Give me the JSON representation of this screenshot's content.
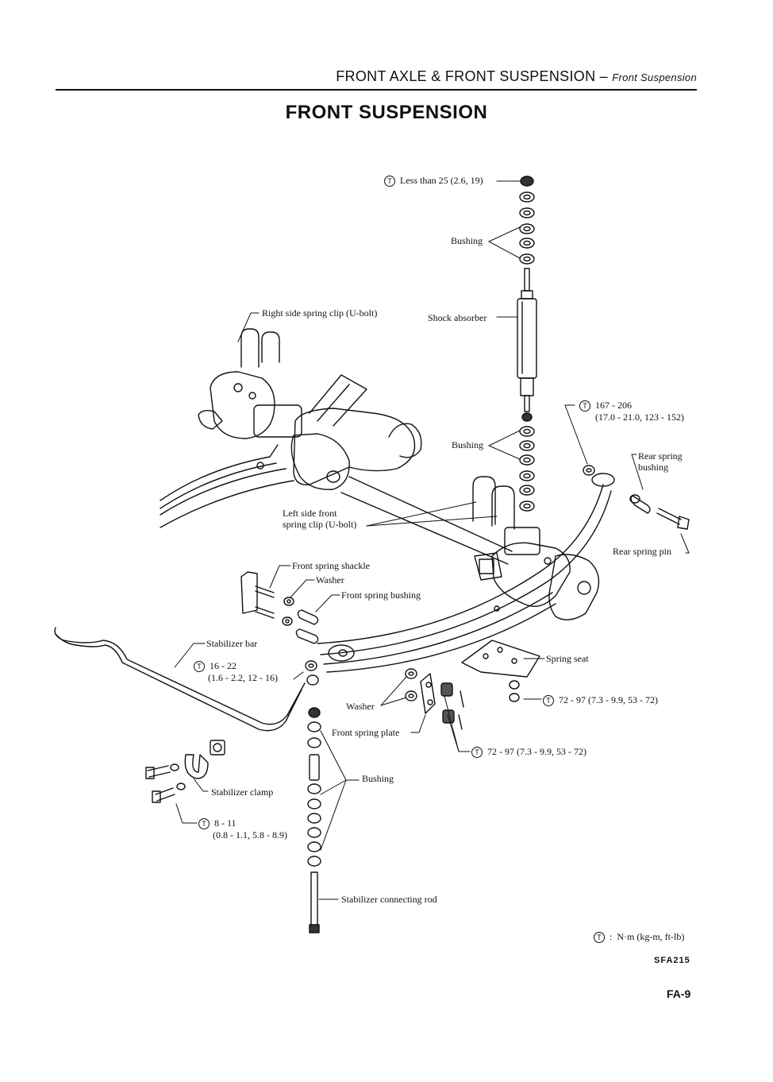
{
  "header": {
    "section": "FRONT AXLE & FRONT SUSPENSION",
    "dash": " – ",
    "subsection": "Front Suspension"
  },
  "title": "FRONT SUSPENSION",
  "labels": {
    "torque_top": "Less than 25 (2.6, 19)",
    "bushing_top": "Bushing",
    "shock_absorber": "Shock absorber",
    "right_spring_clip": "Right side spring clip (U-bolt)",
    "torque_shackle_1": "167 - 206",
    "torque_shackle_2": "(17.0 - 21.0, 123 - 152)",
    "bushing_mid": "Bushing",
    "rear_spring_bushing_1": "Rear spring",
    "rear_spring_bushing_2": "bushing",
    "left_spring_clip_1": "Left side front",
    "left_spring_clip_2": "spring clip (U-bolt)",
    "rear_spring_pin": "Rear spring pin",
    "front_spring_shackle": "Front spring shackle",
    "washer_top": "Washer",
    "front_spring_bushing": "Front spring bushing",
    "stabilizer_bar": "Stabilizer bar",
    "torque_stab_1": "16 - 22",
    "torque_stab_2": "(1.6 - 2.2, 12 - 16)",
    "spring_seat": "Spring seat",
    "washer_bottom": "Washer",
    "torque_seat": "72 - 97 (7.3 - 9.9, 53 - 72)",
    "front_spring_plate": "Front spring plate",
    "torque_plate": "72 - 97 (7.3 - 9.9, 53 - 72)",
    "bushing_bottom": "Bushing",
    "stabilizer_clamp": "Stabilizer clamp",
    "torque_clamp_1": "8 - 11",
    "torque_clamp_2": "(0.8 - 1.1, 5.8 - 8.9)",
    "stabilizer_connecting_rod": "Stabilizer connecting rod",
    "legend_units": "N·m (kg-m, ft-lb)",
    "torque_symbol": "T"
  },
  "figure_code": "SFA215",
  "page_number": "FA-9"
}
